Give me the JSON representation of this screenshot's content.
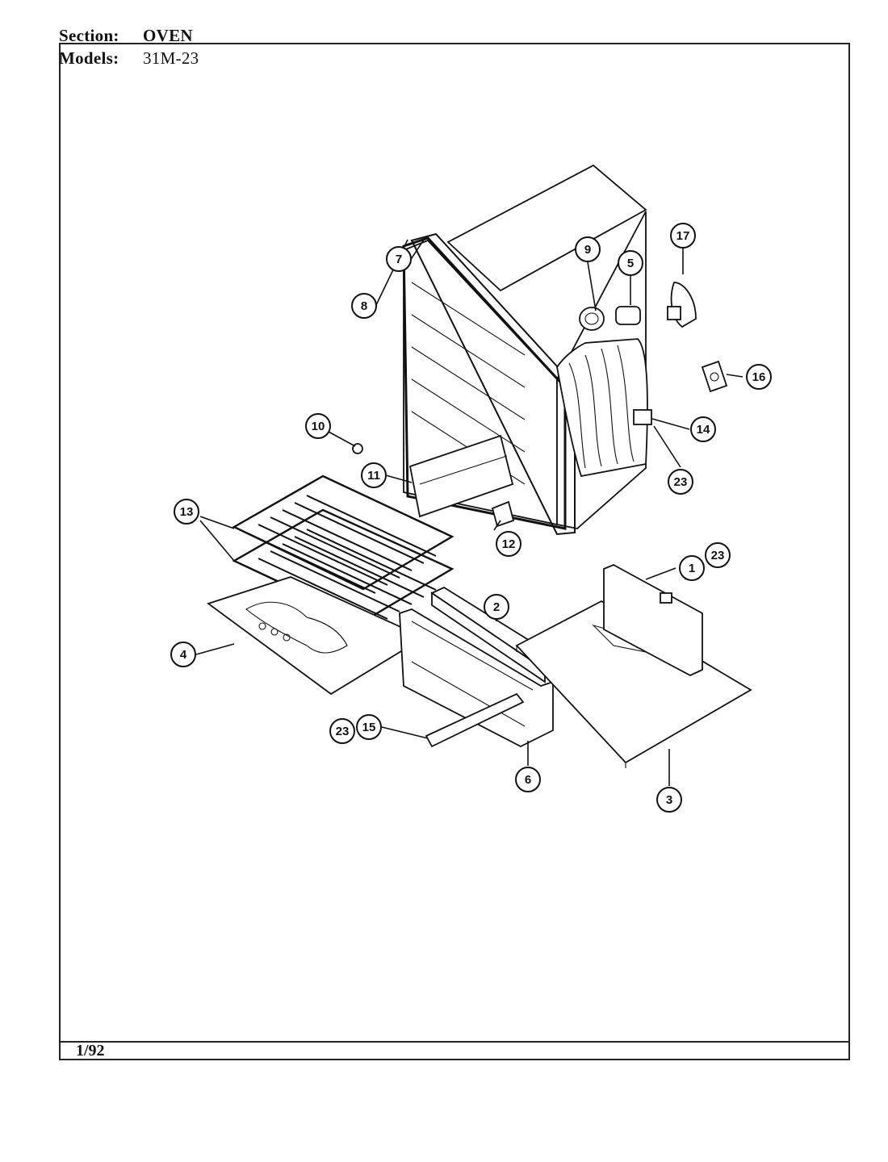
{
  "header": {
    "section_label": "Section:",
    "section_value": "OVEN",
    "models_label": "Models:",
    "models_value": "31M-23"
  },
  "footer": {
    "date": "1/92"
  },
  "callouts": [
    {
      "id": "c1",
      "label": "1"
    },
    {
      "id": "c2",
      "label": "2"
    },
    {
      "id": "c3",
      "label": "3"
    },
    {
      "id": "c4",
      "label": "4"
    },
    {
      "id": "c5",
      "label": "5"
    },
    {
      "id": "c6",
      "label": "6"
    },
    {
      "id": "c7",
      "label": "7"
    },
    {
      "id": "c8",
      "label": "8"
    },
    {
      "id": "c9",
      "label": "9"
    },
    {
      "id": "c10",
      "label": "10"
    },
    {
      "id": "c11",
      "label": "11"
    },
    {
      "id": "c12",
      "label": "12"
    },
    {
      "id": "c13",
      "label": "13"
    },
    {
      "id": "c14",
      "label": "14"
    },
    {
      "id": "c15",
      "label": "15"
    },
    {
      "id": "c16",
      "label": "16"
    },
    {
      "id": "c17",
      "label": "17"
    },
    {
      "id": "c23a",
      "label": "23"
    },
    {
      "id": "c23b",
      "label": "23"
    },
    {
      "id": "c23c",
      "label": "23"
    }
  ]
}
